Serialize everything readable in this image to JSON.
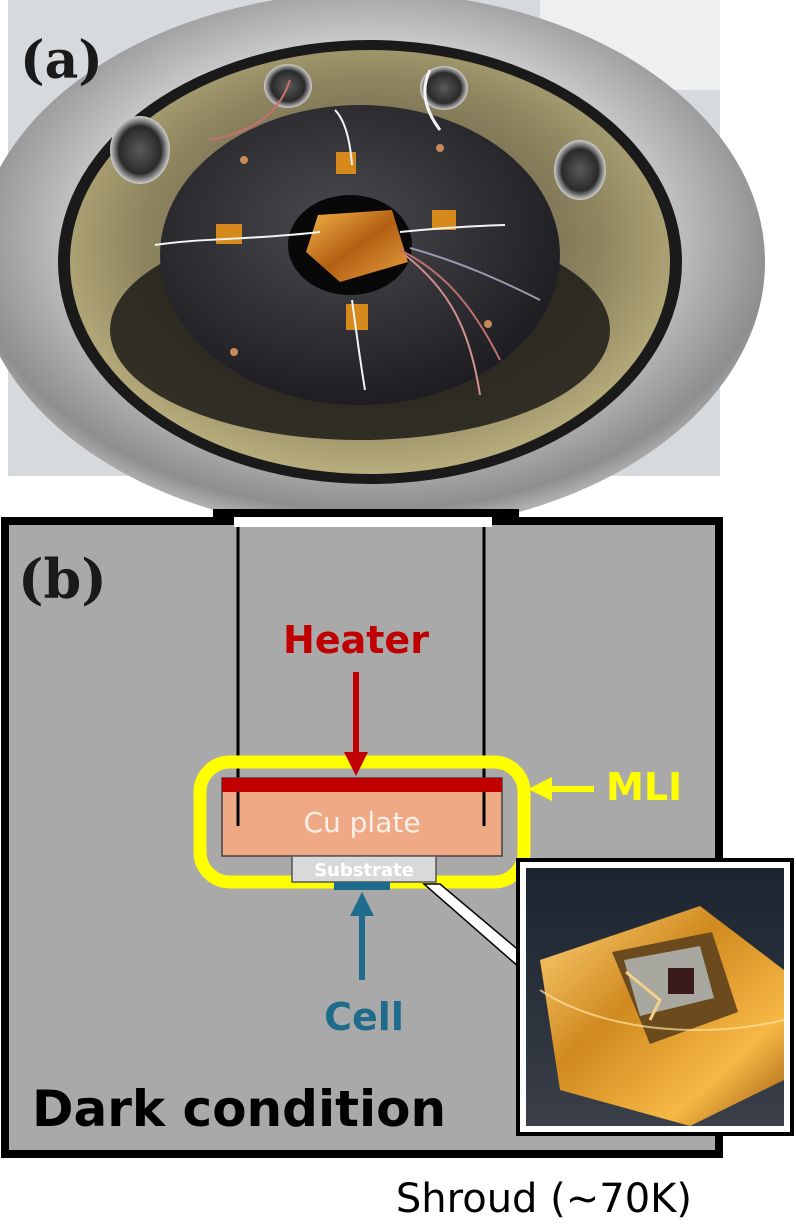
{
  "panel_a": {
    "label": "(a)"
  },
  "panel_b": {
    "label": "(b)",
    "heater_label": "Heater",
    "mli_label": "MLI",
    "cu_plate_label": "Cu plate",
    "substrate_label": "Substrate",
    "cell_label": "Cell",
    "condition_label": "Dark condition",
    "shroud_label": "Shroud (~70K)"
  },
  "colors": {
    "shroud_gray": "#a9a9a9",
    "heater_red": "#c00000",
    "mli_yellow": "#ffff00",
    "cu_plate": "#f0a985",
    "substrate": "#d9d9d9",
    "cell_blue": "#1f6b8c",
    "kapton": "#c87a1e"
  },
  "icons": {
    "photo_chamber": "vacuum-chamber-photo",
    "photo_inset": "solar-cell-closeup-photo"
  }
}
